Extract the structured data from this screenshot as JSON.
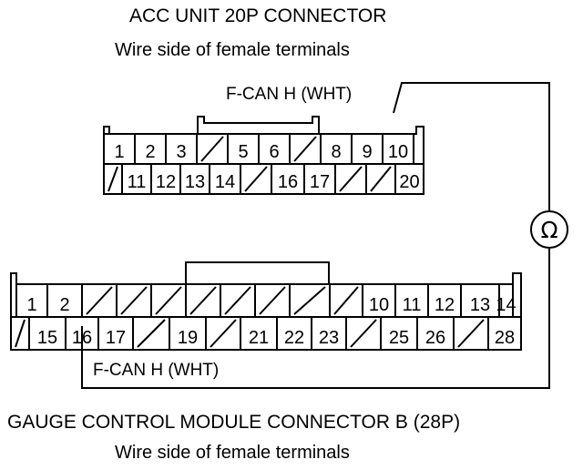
{
  "acc_connector": {
    "title": "ACC UNIT 20P CONNECTOR",
    "subtitle": "Wire side of female terminals",
    "wire_label": "F-CAN H (WHT)",
    "top_row": [
      "1",
      "2",
      "3",
      "",
      "5",
      "6",
      "",
      "8",
      "9",
      "10"
    ],
    "bottom_row": [
      "",
      "11",
      "12",
      "13",
      "14",
      "",
      "16",
      "17",
      "",
      "",
      "20"
    ]
  },
  "gauge_connector": {
    "title": "GAUGE CONTROL MODULE CONNECTOR B (28P)",
    "subtitle": "Wire side of female terminals",
    "wire_label": "F-CAN H (WHT)",
    "top_row": [
      "1",
      "2",
      "",
      "",
      "",
      "",
      "",
      "",
      "",
      "",
      "10",
      "11",
      "12",
      "13",
      "14",
      ""
    ],
    "bottom_row": [
      "",
      "15",
      "16",
      "17",
      "",
      "19",
      "",
      "21",
      "22",
      "23",
      "",
      "25",
      "26",
      "",
      "28"
    ]
  },
  "meter": {
    "symbol": "Ω",
    "icon": "ohmmeter-icon"
  }
}
